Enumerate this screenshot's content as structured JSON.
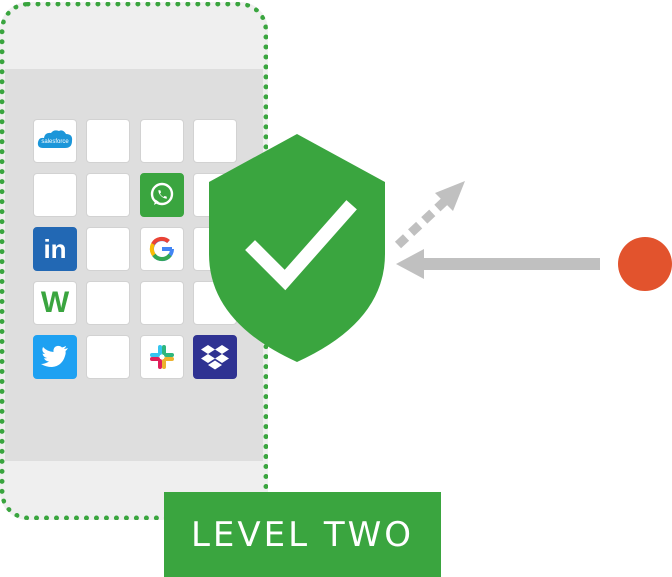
{
  "diagram": {
    "level_label": "LEVEL TWO",
    "phone_apps": [
      {
        "name": "salesforce",
        "label": "salesforce"
      },
      {
        "name": "whatsapp",
        "label": ""
      },
      {
        "name": "linkedin",
        "label": "in"
      },
      {
        "name": "google",
        "label": "G"
      },
      {
        "name": "workday",
        "label": "W"
      },
      {
        "name": "twitter",
        "label": ""
      },
      {
        "name": "slack",
        "label": ""
      },
      {
        "name": "dropbox",
        "label": ""
      }
    ],
    "colors": {
      "accent_green": "#3aa53f",
      "shield_green": "#3aa53f",
      "arrow_gray": "#c0c0c0",
      "dot_orange": "#e2532d",
      "phone_background": "#efefef",
      "phone_screen": "#dedede"
    },
    "icons": [
      "shield-check-icon",
      "arrow-left-icon",
      "dotted-arrow-up-right-icon"
    ]
  }
}
